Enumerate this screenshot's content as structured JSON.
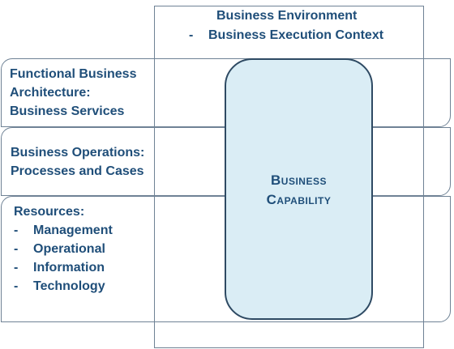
{
  "environment": {
    "title": "Business Environment",
    "bullet": "Business Execution Context"
  },
  "functional": {
    "lines": [
      "Functional Business",
      "Architecture:",
      "Business Services"
    ]
  },
  "operations": {
    "lines": [
      "Business Operations:",
      "Processes and Cases"
    ]
  },
  "resources": {
    "title": "Resources:",
    "items": [
      "Management",
      "Operational",
      "Information",
      "Technology"
    ]
  },
  "capability": {
    "lines": [
      "Business",
      "Capability"
    ]
  },
  "colors": {
    "text": "#1f4e79",
    "capability_fill": "#daedf5",
    "capability_border": "#2e4a63",
    "frame_border": "#6f8295"
  }
}
